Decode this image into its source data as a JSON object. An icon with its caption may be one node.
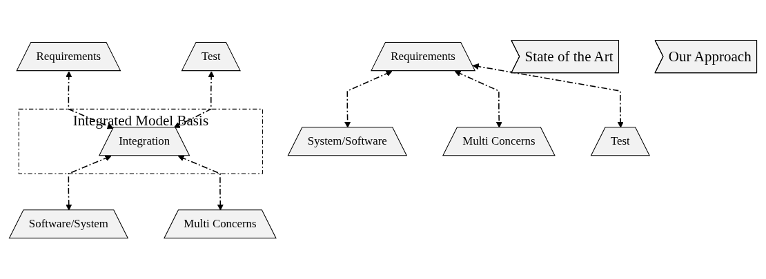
{
  "diagram": {
    "nodes": [
      {
        "text": [
          "Requirements"
        ]
      },
      {
        "text": [
          "System/Software"
        ]
      },
      {
        "text": [
          "Multi Concerns"
        ]
      },
      {
        "text": [
          "Test"
        ]
      },
      {
        "text": [
          "Integrated Model Basis"
        ]
      },
      {
        "text": [
          "Requirements"
        ]
      },
      {
        "text": [
          "Test"
        ]
      },
      {
        "text": [
          "Integration"
        ],
        "in": 4
      },
      {
        "text": [
          "Software/System"
        ]
      },
      {
        "text": [
          "Multi Concerns"
        ]
      },
      {
        "text": [
          "State of the Art"
        ]
      },
      {
        "text": [
          "Our Approach"
        ]
      }
    ],
    "edges": [
      {
        "from": 0,
        "to": 1,
        "arrow": "both",
        "style": "dashed"
      },
      {
        "from": 0,
        "to": 2,
        "arrow": "both",
        "style": "dashed"
      },
      {
        "from": 0,
        "to": 3,
        "arrow": "both",
        "style": "dashed"
      },
      {
        "from": 5,
        "to": 7,
        "arrow": "both",
        "style": "dashed"
      },
      {
        "from": 6,
        "to": 7,
        "arrow": "both",
        "style": "dashed"
      },
      {
        "from": 7,
        "to": 8,
        "arrow": "both",
        "style": "dashed"
      },
      {
        "from": 7,
        "to": 9,
        "arrow": "both",
        "style": "dashed"
      }
    ]
  }
}
